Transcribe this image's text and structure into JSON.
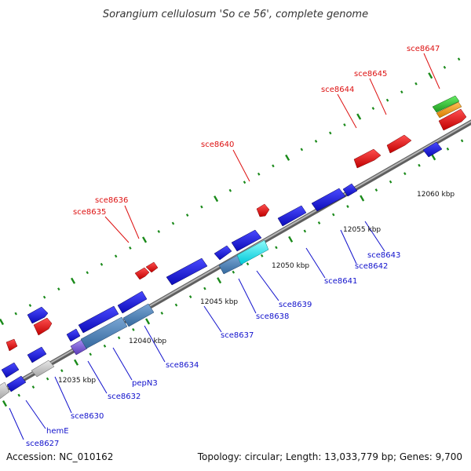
{
  "title": "Sorangium cellulosum 'So ce 56', complete genome",
  "footer": {
    "accession": "Accession: NC_010162",
    "stats": "Topology: circular; Length: 13,033,779 bp; Genes: 9,700"
  },
  "colors": {
    "backbone": "#8c8c8c",
    "tick": "#1a8a1a",
    "forward_label": "#dd1111",
    "reverse_label": "#1111cc",
    "blue": "#1414e6",
    "red": "#ee1111",
    "steel": "#4f86b9",
    "cyan": "#11f0f0",
    "gray": "#c8c8c8",
    "purple": "#7a5cd6",
    "green": "#33cc33",
    "orange": "#f39c12"
  },
  "scale_labels": [
    "12035 kbp",
    "12040 kbp",
    "12045 kbp",
    "12050 kbp",
    "12055 kbp",
    "12060 kbp"
  ],
  "forward_labels": [
    "sce8635",
    "sce8636",
    "sce8640",
    "sce8644",
    "sce8645",
    "sce8647"
  ],
  "reverse_labels": [
    "sce8627",
    "hemE",
    "sce8630",
    "sce8632",
    "pepN3",
    "sce8634",
    "sce8637",
    "sce8638",
    "sce8639",
    "sce8641",
    "sce8642",
    "sce8643"
  ]
}
